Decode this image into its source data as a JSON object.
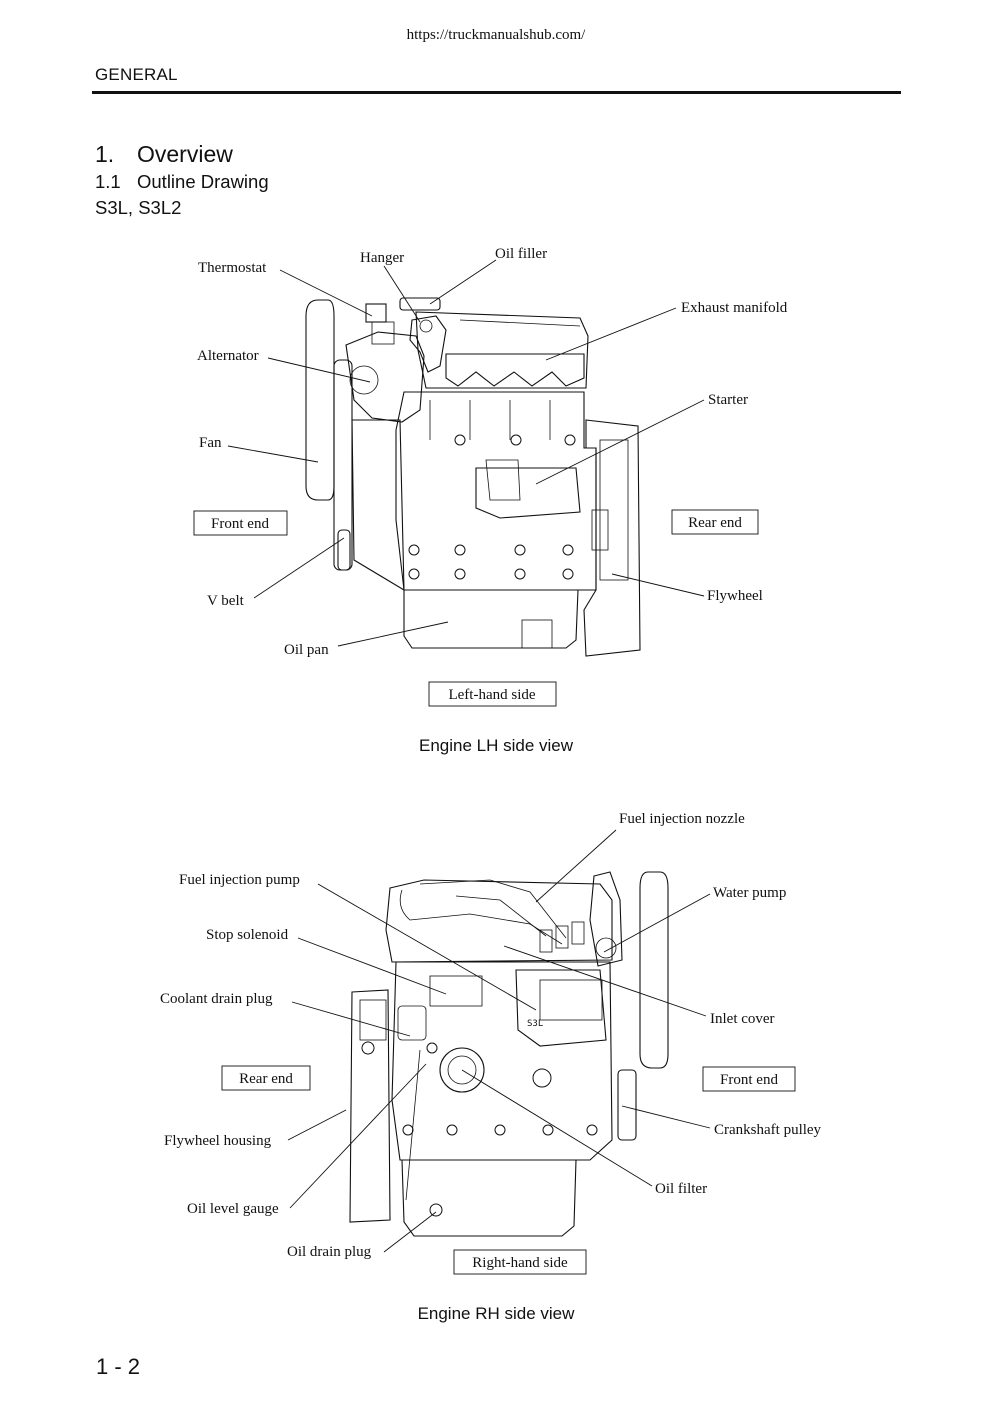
{
  "header": {
    "url": "https://truckmanualshub.com/",
    "section": "GENERAL"
  },
  "headings": {
    "h1_number": "1.",
    "h1_title": "Overview",
    "h2_number": "1.1",
    "h2_title": "Outline Drawing",
    "models": "S3L, S3L2"
  },
  "lh_view": {
    "caption": "Engine LH side view",
    "labels": {
      "thermostat": "Thermostat",
      "hanger": "Hanger",
      "oil_filler": "Oil filler",
      "exhaust_manifold": "Exhaust manifold",
      "alternator": "Alternator",
      "starter": "Starter",
      "fan": "Fan",
      "front_end": "Front end",
      "rear_end": "Rear end",
      "v_belt": "V belt",
      "flywheel": "Flywheel",
      "oil_pan": "Oil pan",
      "side": "Left-hand side"
    }
  },
  "rh_view": {
    "caption": "Engine RH side view",
    "labels": {
      "fuel_injection_nozzle": "Fuel injection nozzle",
      "fuel_injection_pump": "Fuel injection pump",
      "water_pump": "Water pump",
      "stop_solenoid": "Stop solenoid",
      "coolant_drain_plug": "Coolant drain plug",
      "inlet_cover": "Inlet cover",
      "rear_end": "Rear end",
      "front_end": "Front end",
      "flywheel_housing": "Flywheel housing",
      "crankshaft_pulley": "Crankshaft pulley",
      "oil_filter": "Oil filter",
      "oil_level_gauge": "Oil level gauge",
      "oil_drain_plug": "Oil drain plug",
      "side": "Right-hand side",
      "block_marking": "S3L"
    }
  },
  "footer": {
    "page_number": "1 - 2"
  }
}
